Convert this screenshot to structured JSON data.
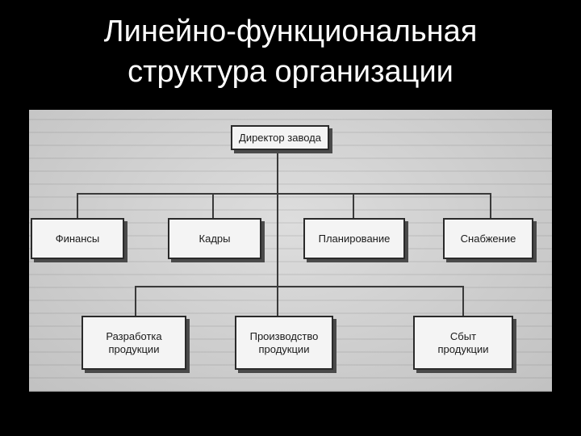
{
  "title": {
    "line1": "Линейно-функциональная",
    "line2": "структура организации"
  },
  "diagram": {
    "director": "Директор завода",
    "functional": [
      "Финансы",
      "Кадры",
      "Планирование",
      "Снабжение"
    ],
    "production": [
      "Разработка\nпродукции",
      "Производство\nпродукции",
      "Сбыт\nпродукции"
    ]
  }
}
